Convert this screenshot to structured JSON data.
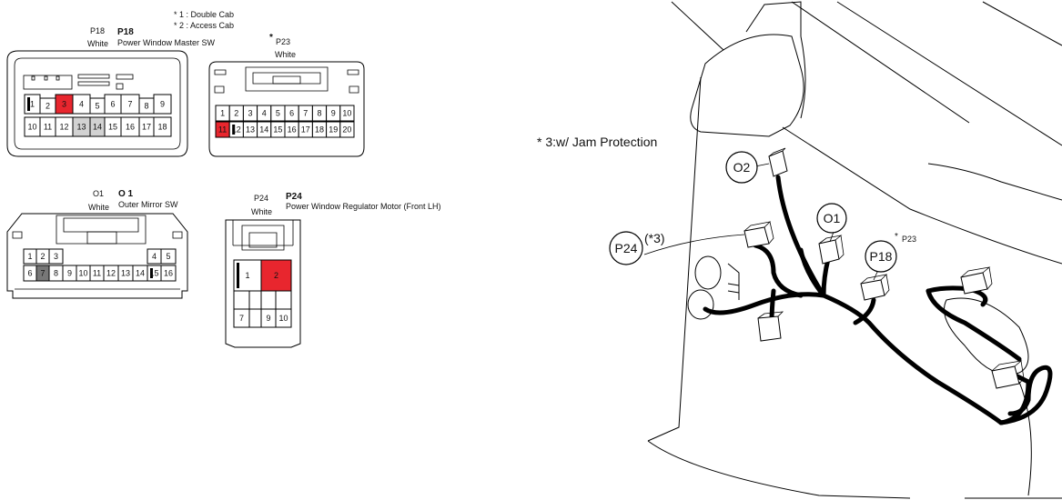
{
  "notes": {
    "note1": "* 1 : Double Cab",
    "note2": "* 2 : Access Cab",
    "note3": "* 3:w/ Jam Protection"
  },
  "connectors": {
    "p18": {
      "code_small": "P18",
      "code": "P18",
      "color": "White",
      "name": "Power Window Master SW",
      "pins": [
        "1",
        "2",
        "3",
        "4",
        "5",
        "6",
        "7",
        "8",
        "9",
        "10",
        "11",
        "12",
        "13",
        "14",
        "15",
        "16",
        "17",
        "18"
      ]
    },
    "p23": {
      "star": "*",
      "code": "P23",
      "color": "White",
      "pins": [
        "1",
        "2",
        "3",
        "4",
        "5",
        "6",
        "7",
        "8",
        "9",
        "10",
        "11",
        "12",
        "13",
        "14",
        "15",
        "16",
        "17",
        "18",
        "19",
        "20"
      ]
    },
    "o1": {
      "code_small": "O1",
      "code": "O 1",
      "color": "White",
      "name": "Outer Mirror SW",
      "pins": [
        "1",
        "2",
        "3",
        "4",
        "5",
        "6",
        "7",
        "8",
        "9",
        "10",
        "11",
        "12",
        "13",
        "14",
        "15",
        "16"
      ]
    },
    "p24": {
      "code_small": "P24",
      "code": "P24",
      "color": "White",
      "name": "Power Window Regulator Motor (Front LH)",
      "pins": [
        "1",
        "2",
        "7",
        "9",
        "10"
      ]
    }
  },
  "callouts": {
    "o2": "O2",
    "o1": "O1",
    "p18": "P18",
    "p24": "P24",
    "p24_note": "(*3)",
    "p23_star": "*",
    "p23": "P23"
  }
}
